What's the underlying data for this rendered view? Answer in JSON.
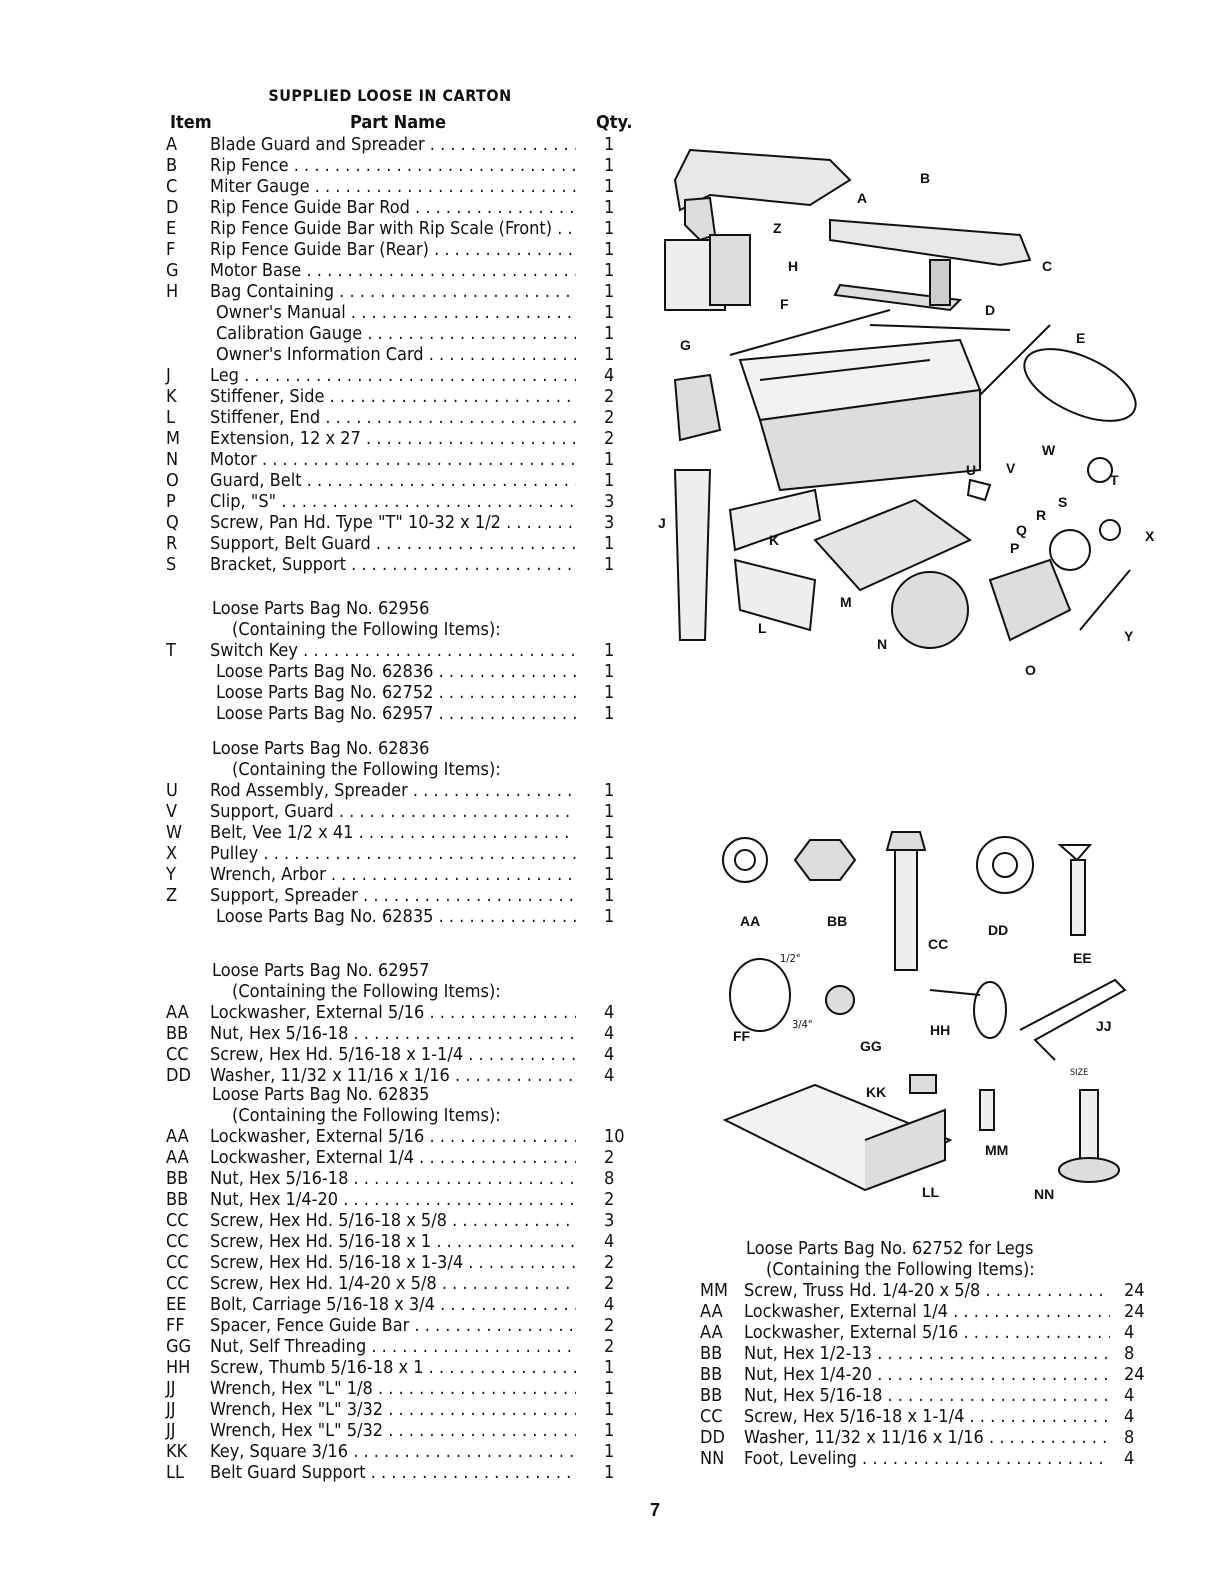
{
  "title": "SUPPLIED LOOSE IN CARTON",
  "headers": {
    "item": "Item",
    "part_name": "Part Name",
    "qty": "Qty."
  },
  "main_items": [
    {
      "code": "A",
      "name": "Blade Guard and Spreader",
      "qty": "1"
    },
    {
      "code": "B",
      "name": "Rip Fence",
      "qty": "1"
    },
    {
      "code": "C",
      "name": "Miter Gauge",
      "qty": "1"
    },
    {
      "code": "D",
      "name": "Rip Fence Guide Bar Rod",
      "qty": "1"
    },
    {
      "code": "E",
      "name": "Rip Fence Guide Bar with Rip Scale (Front)",
      "qty": "1"
    },
    {
      "code": "F",
      "name": "Rip Fence Guide Bar (Rear)",
      "qty": "1"
    },
    {
      "code": "G",
      "name": "Motor Base",
      "qty": "1"
    },
    {
      "code": "H",
      "name": "Bag Containing",
      "qty": "1"
    },
    {
      "code": "",
      "name": "Owner's Manual",
      "qty": "1"
    },
    {
      "code": "",
      "name": "Calibration Gauge",
      "qty": "1"
    },
    {
      "code": "",
      "name": "Owner's Information Card",
      "qty": "1"
    },
    {
      "code": "J",
      "name": "Leg",
      "qty": "4"
    },
    {
      "code": "K",
      "name": "Stiffener, Side",
      "qty": "2"
    },
    {
      "code": "L",
      "name": "Stiffener, End",
      "qty": "2"
    },
    {
      "code": "M",
      "name": "Extension, 12 x 27",
      "qty": "2"
    },
    {
      "code": "N",
      "name": "Motor",
      "qty": "1"
    },
    {
      "code": "O",
      "name": "Guard, Belt",
      "qty": "1"
    },
    {
      "code": "P",
      "name": "Clip, \"S\"",
      "qty": "3"
    },
    {
      "code": "Q",
      "name": "Screw, Pan Hd. Type \"T\" 10-32 x 1/2",
      "qty": "3"
    },
    {
      "code": "R",
      "name": "Support, Belt Guard",
      "qty": "1"
    },
    {
      "code": "S",
      "name": "Bracket, Support",
      "qty": "1"
    }
  ],
  "bag_62956": {
    "title": "Loose Parts Bag No. 62956",
    "subtitle": "(Containing the Following Items):",
    "items": [
      {
        "code": "T",
        "name": "Switch Key",
        "qty": "1"
      },
      {
        "code": "",
        "name": "Loose Parts Bag No. 62836",
        "qty": "1"
      },
      {
        "code": "",
        "name": "Loose Parts Bag No. 62752",
        "qty": "1"
      },
      {
        "code": "",
        "name": "Loose Parts Bag No. 62957",
        "qty": "1"
      }
    ]
  },
  "bag_62836": {
    "title": "Loose Parts Bag No. 62836",
    "subtitle": "(Containing the Following Items):",
    "items": [
      {
        "code": "U",
        "name": "Rod Assembly, Spreader",
        "qty": "1"
      },
      {
        "code": "V",
        "name": "Support, Guard",
        "qty": "1"
      },
      {
        "code": "W",
        "name": "Belt, Vee 1/2 x 41",
        "qty": "1"
      },
      {
        "code": "X",
        "name": "Pulley",
        "qty": "1"
      },
      {
        "code": "Y",
        "name": "Wrench, Arbor",
        "qty": "1"
      },
      {
        "code": "Z",
        "name": "Support, Spreader",
        "qty": "1"
      },
      {
        "code": "",
        "name": "Loose Parts Bag No. 62835",
        "qty": "1"
      }
    ]
  },
  "bag_62957": {
    "title": "Loose Parts Bag No. 62957",
    "subtitle": "(Containing the Following Items):",
    "items": [
      {
        "code": "AA",
        "name": "Lockwasher, External 5/16",
        "qty": "4"
      },
      {
        "code": "BB",
        "name": "Nut, Hex 5/16-18",
        "qty": "4"
      },
      {
        "code": "CC",
        "name": "Screw, Hex Hd. 5/16-18 x 1-1/4",
        "qty": "4"
      },
      {
        "code": "DD",
        "name": "Washer, 11/32 x 11/16 x 1/16",
        "qty": "4"
      }
    ]
  },
  "bag_62835": {
    "title": "Loose Parts Bag No. 62835",
    "subtitle": "(Containing the Following Items):",
    "items": [
      {
        "code": "AA",
        "name": "Lockwasher, External 5/16",
        "qty": "10"
      },
      {
        "code": "AA",
        "name": "Lockwasher, External 1/4",
        "qty": "2"
      },
      {
        "code": "BB",
        "name": "Nut, Hex 5/16-18",
        "qty": "8"
      },
      {
        "code": "BB",
        "name": "Nut, Hex 1/4-20",
        "qty": "2"
      },
      {
        "code": "CC",
        "name": "Screw, Hex Hd. 5/16-18 x 5/8",
        "qty": "3"
      },
      {
        "code": "CC",
        "name": "Screw, Hex Hd. 5/16-18 x 1",
        "qty": "4"
      },
      {
        "code": "CC",
        "name": "Screw, Hex Hd. 5/16-18 x 1-3/4",
        "qty": "2"
      },
      {
        "code": "CC",
        "name": "Screw, Hex Hd. 1/4-20 x 5/8",
        "qty": "2"
      },
      {
        "code": "EE",
        "name": "Bolt, Carriage 5/16-18 x 3/4",
        "qty": "4"
      },
      {
        "code": "FF",
        "name": "Spacer, Fence Guide Bar",
        "qty": "2"
      },
      {
        "code": "GG",
        "name": "Nut, Self Threading",
        "qty": "2"
      },
      {
        "code": "HH",
        "name": "Screw, Thumb 5/16-18 x 1",
        "qty": "1"
      },
      {
        "code": "JJ",
        "name": "Wrench, Hex \"L\" 1/8",
        "qty": "1"
      },
      {
        "code": "JJ",
        "name": "Wrench, Hex \"L\" 3/32",
        "qty": "1"
      },
      {
        "code": "JJ",
        "name": "Wrench, Hex \"L\" 5/32",
        "qty": "1"
      },
      {
        "code": "KK",
        "name": "Key, Square 3/16",
        "qty": "1"
      },
      {
        "code": "LL",
        "name": "Belt Guard Support",
        "qty": "1"
      }
    ]
  },
  "bag_62752": {
    "title": "Loose Parts Bag No. 62752 for Legs",
    "subtitle": "(Containing the Following Items):",
    "items": [
      {
        "code": "MM",
        "name": "Screw, Truss Hd. 1/4-20 x 5/8",
        "qty": "24"
      },
      {
        "code": "AA",
        "name": "Lockwasher, External 1/4",
        "qty": "24"
      },
      {
        "code": "AA",
        "name": "Lockwasher, External 5/16",
        "qty": "4"
      },
      {
        "code": "BB",
        "name": "Nut, Hex 1/2-13",
        "qty": "8"
      },
      {
        "code": "BB",
        "name": "Nut, Hex 1/4-20",
        "qty": "24"
      },
      {
        "code": "BB",
        "name": "Nut, Hex 5/16-18",
        "qty": "4"
      },
      {
        "code": "CC",
        "name": "Screw, Hex 5/16-18 x 1-1/4",
        "qty": "4"
      },
      {
        "code": "DD",
        "name": "Washer, 11/32 x 11/16 x 1/16",
        "qty": "8"
      },
      {
        "code": "NN",
        "name": "Foot, Leveling",
        "qty": "4"
      }
    ]
  },
  "upper_labels": [
    "A",
    "B",
    "C",
    "D",
    "E",
    "F",
    "G",
    "H",
    "J",
    "K",
    "L",
    "M",
    "N",
    "O",
    "P",
    "Q",
    "R",
    "S",
    "T",
    "U",
    "V",
    "W",
    "X",
    "Y",
    "Z"
  ],
  "lower_labels": [
    "AA",
    "BB",
    "CC",
    "DD",
    "EE",
    "FF",
    "GG",
    "HH",
    "JJ",
    "KK",
    "LL",
    "MM",
    "NN"
  ],
  "dimension_labels": {
    "top": "1/2\"",
    "side": "3/4\"",
    "size": "SIZE"
  },
  "page_number": "7"
}
